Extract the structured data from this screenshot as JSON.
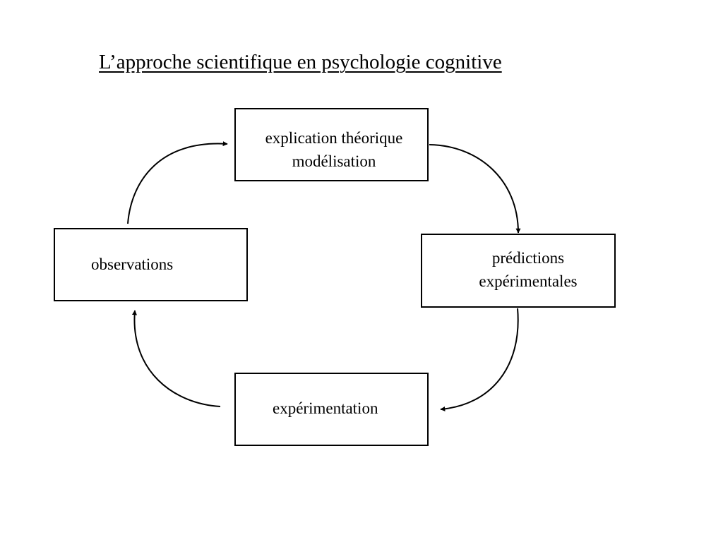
{
  "title": "L’approche scientifique en psychologie cognitive",
  "nodes": {
    "theory": {
      "line1": "explication théorique",
      "line2": "modélisation"
    },
    "predictions": {
      "line1": "prédictions",
      "line2": "expérimentales"
    },
    "experiment": {
      "label": "expérimentation"
    },
    "observations": {
      "label": "observations"
    }
  },
  "colors": {
    "line": "#000000",
    "background": "#ffffff"
  }
}
